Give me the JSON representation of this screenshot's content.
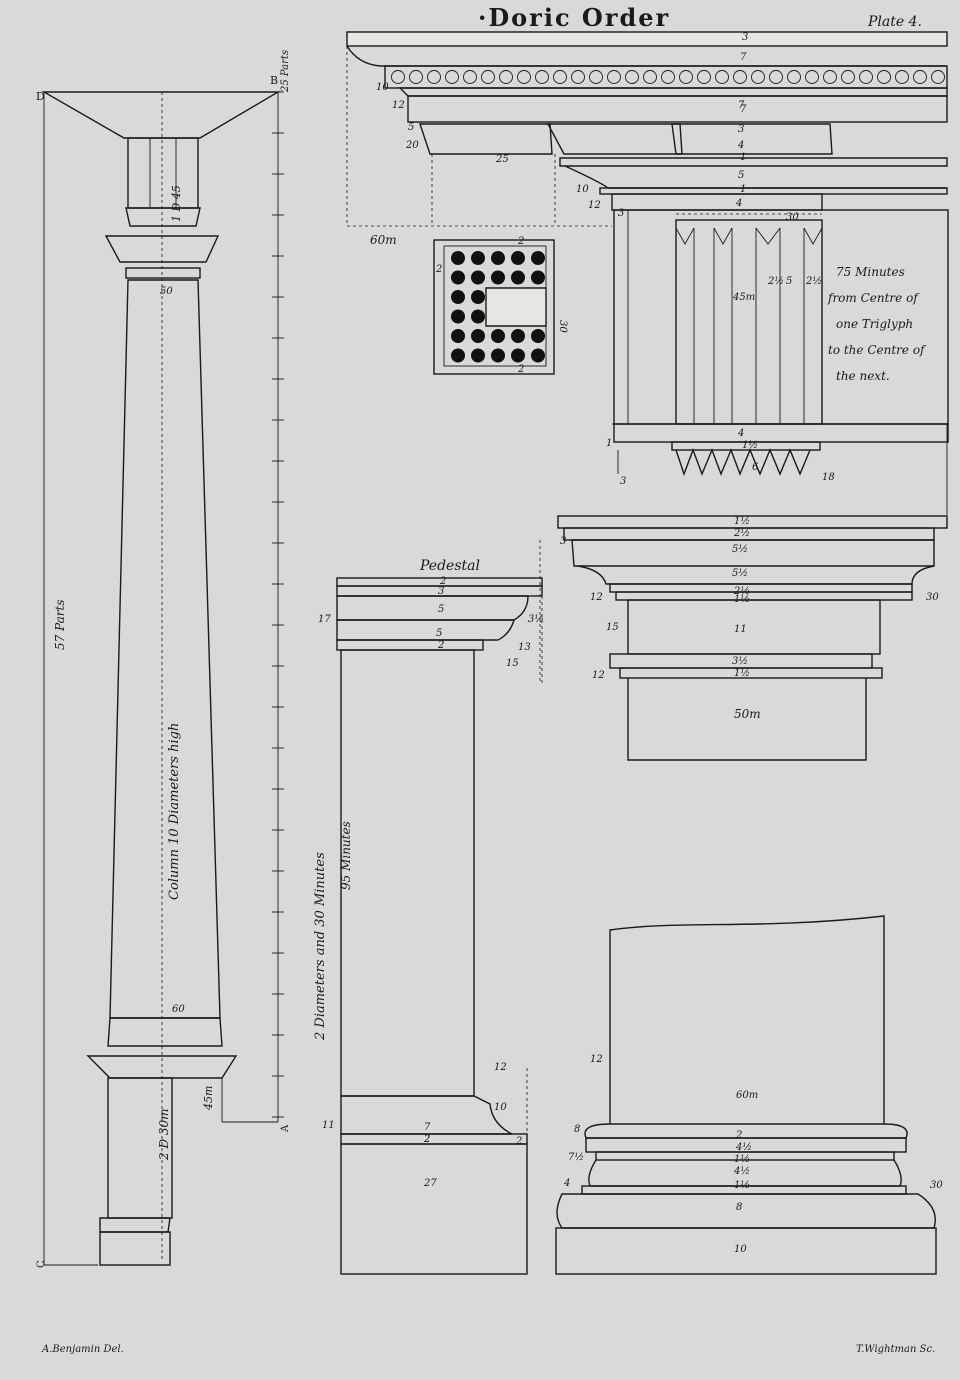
{
  "plate": {
    "title": "·Doric Order",
    "plate_number": "Plate 4.",
    "credit_left": "A.Benjamin Del.",
    "credit_right": "T.Wightman Sc."
  },
  "scale": {
    "letter_b": "B",
    "b_parts": "25 Parts",
    "letter_d": "D",
    "letter_c": "C",
    "letter_a": "A",
    "c_parts": "57 Parts"
  },
  "column": {
    "neck": "1 D 45",
    "top_mark": "50",
    "shaft_label": "Column 10 Diameters high",
    "bottom_mark": "60",
    "base_dim": "45m",
    "pedestal_dim": "2 D 30m"
  },
  "entablature": {
    "nums": [
      "3",
      "7",
      "7",
      "10",
      "12",
      "7",
      "5",
      "3",
      "20",
      "25",
      "4",
      "1",
      "5",
      "10",
      "1",
      "12",
      "4",
      "3",
      "30",
      "4",
      "1",
      "1½",
      "6",
      "3",
      "18",
      "2½",
      "5",
      "2½"
    ],
    "depth": "45m",
    "width": "60m",
    "note": [
      "75 Minutes",
      "from Centre of",
      "one Triglyph",
      "to the Centre of",
      "the next."
    ]
  },
  "soffit": {
    "top": "2",
    "left": "2",
    "right": "30",
    "bottom": "2"
  },
  "pedestal": {
    "title": "Pedestal",
    "cap_nums": [
      "2",
      "3",
      "5",
      "5",
      "2",
      "3½",
      "13",
      "15",
      "17"
    ],
    "height_label": "2 Diameters and 30 Minutes",
    "height_minutes": "95 Minutes",
    "base_nums": [
      "12",
      "10",
      "2",
      "11",
      "7",
      "2",
      "2",
      "27"
    ]
  },
  "capital": {
    "nums": [
      "1½",
      "2½",
      "3",
      "5½",
      "5½",
      "2½",
      "1½",
      "12",
      "15",
      "11",
      "3½",
      "1½",
      "12",
      "30"
    ],
    "shaft": "50m"
  },
  "base": {
    "nums": [
      "12",
      "60m",
      "8",
      "2",
      "4½",
      "7½",
      "1½",
      "4½",
      "4",
      "1½",
      "8",
      "30",
      "10"
    ]
  }
}
